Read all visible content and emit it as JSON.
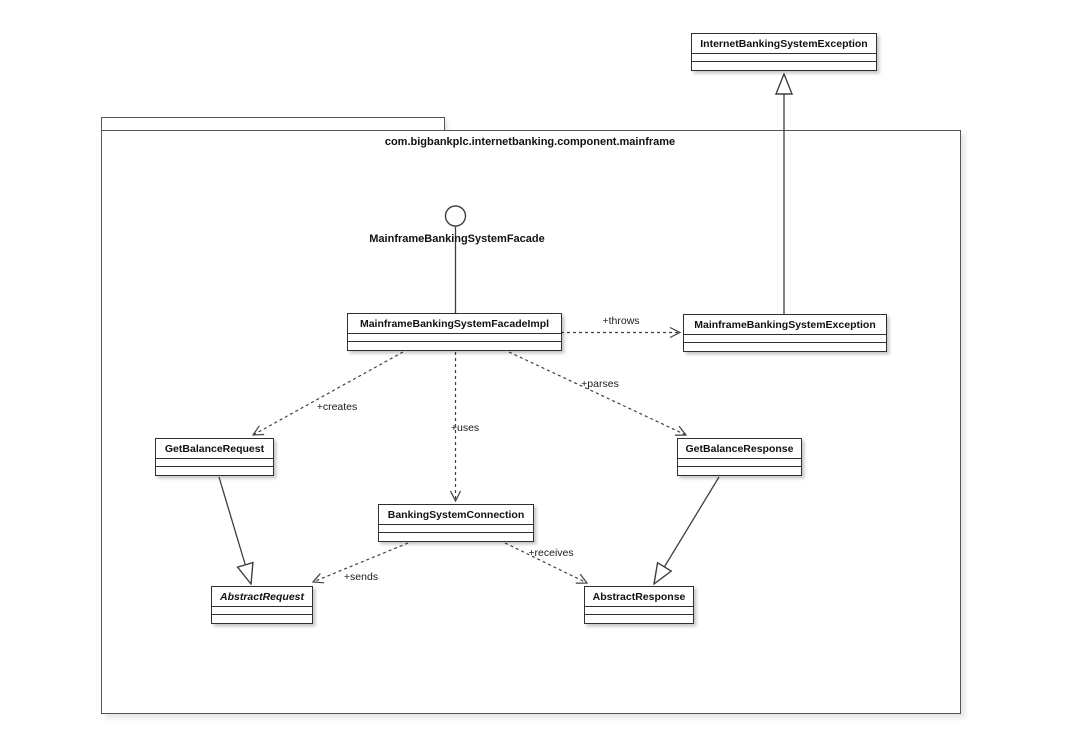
{
  "diagram": {
    "package": {
      "name": "com.bigbankplc.internetbanking.component.mainframe"
    },
    "interface_lollipop": {
      "label": "MainframeBankingSystemFacade"
    },
    "classes": {
      "internetBankingSystemException": {
        "name": "InternetBankingSystemException"
      },
      "mainframeBankingSystemFacadeImpl": {
        "name": "MainframeBankingSystemFacadeImpl"
      },
      "mainframeBankingSystemException": {
        "name": "MainframeBankingSystemException"
      },
      "getBalanceRequest": {
        "name": "GetBalanceRequest"
      },
      "getBalanceResponse": {
        "name": "GetBalanceResponse"
      },
      "bankingSystemConnection": {
        "name": "BankingSystemConnection"
      },
      "abstractRequest": {
        "name": "AbstractRequest"
      },
      "abstractResponse": {
        "name": "AbstractResponse"
      }
    },
    "edge_labels": {
      "throws": "+throws",
      "creates": "+creates",
      "uses": "+uses",
      "parses": "+parses",
      "sends": "+sends",
      "receives": "+receives"
    },
    "colors": {
      "line": "#3f3f3f",
      "box_border": "#2f2f2f",
      "box_bg": "#ffffff",
      "text": "#111111"
    }
  }
}
